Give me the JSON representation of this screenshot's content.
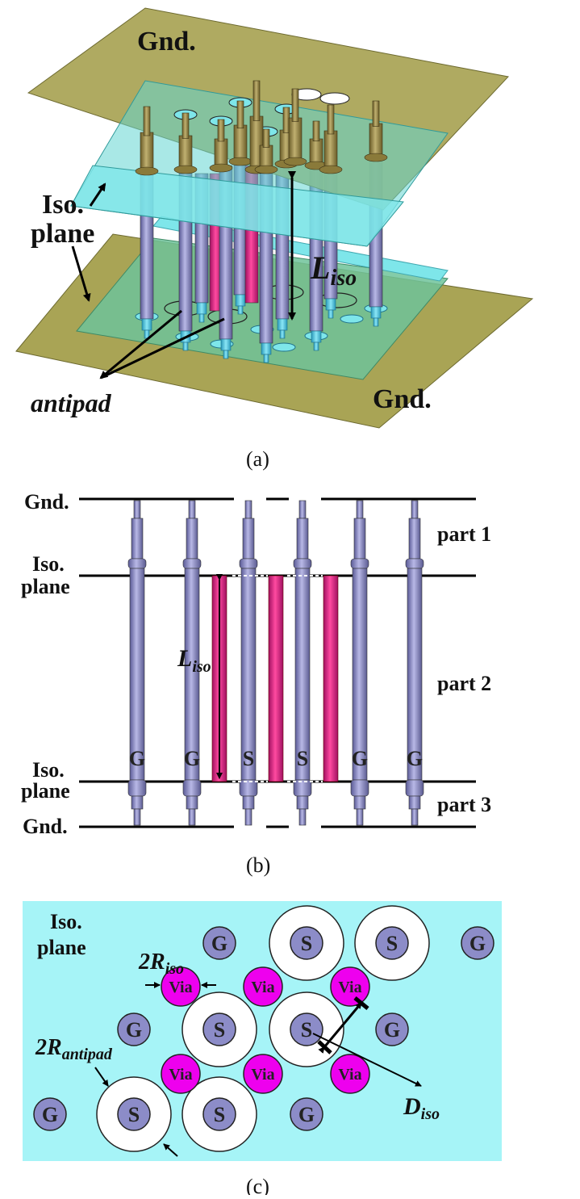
{
  "panel_a": {
    "gnd_top": "Gnd.",
    "gnd_bottom": "Gnd.",
    "iso_line1": "Iso.",
    "iso_line2": "plane",
    "l_main": "L",
    "l_sub": "iso",
    "antipad": "antipad",
    "caption": "(a)"
  },
  "panel_b": {
    "gnd_top": "Gnd.",
    "gnd_bottom": "Gnd.",
    "iso_top_1": "Iso.",
    "iso_top_2": "plane",
    "iso_bot_1": "Iso.",
    "iso_bot_2": "plane",
    "part1": "part 1",
    "part2": "part 2",
    "part3": "part 3",
    "l_main": "L",
    "l_sub": "iso",
    "pins": [
      "G",
      "G",
      "S",
      "S",
      "G",
      "G"
    ],
    "caption": "(b)"
  },
  "panel_c": {
    "iso_1": "Iso.",
    "iso_2": "plane",
    "r_iso_prefix": "2R",
    "r_iso_sub": "iso",
    "r_antipad_prefix": "2R",
    "r_antipad_sub": "antipad",
    "d_main": "D",
    "d_sub": "iso",
    "g": "G",
    "s": "S",
    "via": "Via",
    "caption": "(c)"
  },
  "colors": {
    "gnd_plane": "#a9a455",
    "iso_plane": "#7ee6ea",
    "via_body": "#8c8cc8",
    "via_top": "#8a7a3a",
    "return_via": "#e0207a",
    "panel_c_bg": "#a6f4f7",
    "via_magenta": "#ee00ee"
  }
}
